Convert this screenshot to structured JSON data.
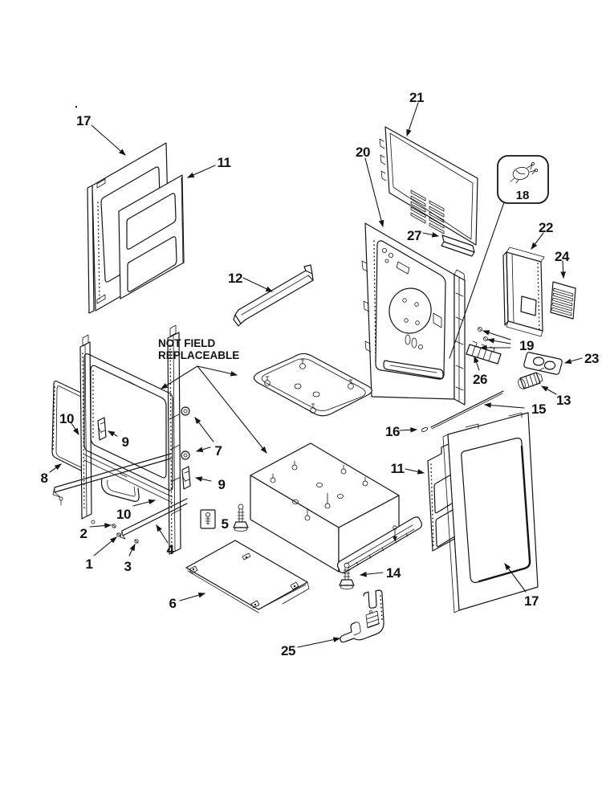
{
  "figure": {
    "kind": "exploded-parts-diagram",
    "subject": "range cabinet exploded view line drawing",
    "background_color": "#ffffff",
    "line_color": "#141414",
    "note": {
      "line1": "NOT FIELD",
      "line2": "REPLACEABLE"
    },
    "callouts": [
      {
        "id": "17-door-outer-top-left",
        "label": "17"
      },
      {
        "id": "11-door-liner-top-left",
        "label": "11"
      },
      {
        "id": "21-rear-shield",
        "label": "21"
      },
      {
        "id": "20-back-panel",
        "label": "20"
      },
      {
        "id": "27-bottom-bracket",
        "label": "27"
      },
      {
        "id": "18-badge",
        "label": "18"
      },
      {
        "id": "22-side-cover",
        "label": "22"
      },
      {
        "id": "24-vent-grille",
        "label": "24"
      },
      {
        "id": "19-screws",
        "label": "19"
      },
      {
        "id": "26-terminal-block",
        "label": "26"
      },
      {
        "id": "23-hole-plate",
        "label": "23"
      },
      {
        "id": "13-igniter",
        "label": "13"
      },
      {
        "id": "15-long-rod",
        "label": "15"
      },
      {
        "id": "16-rod-tip",
        "label": "16"
      },
      {
        "id": "11-door-liner-right",
        "label": "11"
      },
      {
        "id": "17-door-outer-right",
        "label": "17"
      },
      {
        "id": "12-brace",
        "label": "12"
      },
      {
        "id": "10-clip-upper",
        "label": "10"
      },
      {
        "id": "9-hinge-left",
        "label": "9"
      },
      {
        "id": "7-grommets",
        "label": "7"
      },
      {
        "id": "8-door-gasket",
        "label": "8"
      },
      {
        "id": "9-hinge-right",
        "label": "9"
      },
      {
        "id": "10-clip-lower",
        "label": "10"
      },
      {
        "id": "2-screw",
        "label": "2"
      },
      {
        "id": "1-screw",
        "label": "1"
      },
      {
        "id": "3-screw",
        "label": "3"
      },
      {
        "id": "4-bottom-rail",
        "label": "4"
      },
      {
        "id": "5-screw-pack",
        "label": "5"
      },
      {
        "id": "6-drawer-panel",
        "label": "6"
      },
      {
        "id": "14-leveling-leg",
        "label": "14"
      },
      {
        "id": "25-antitip-bracket",
        "label": "25"
      }
    ]
  }
}
